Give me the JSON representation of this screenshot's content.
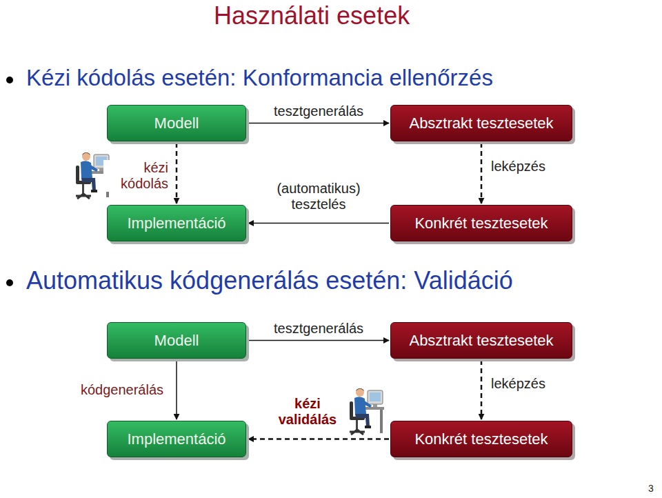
{
  "diagram": {
    "title": "Használati esetek",
    "nodes": [
      {
        "text": [
          "Modell"
        ]
      },
      {
        "text": [
          "Absztrakt tesztesetek"
        ]
      },
      {
        "text": [
          "Implementáció"
        ]
      },
      {
        "text": [
          "Konkrét tesztesetek"
        ]
      },
      {
        "text": [
          "Modell"
        ]
      },
      {
        "text": [
          "Absztrakt tesztesetek"
        ]
      },
      {
        "text": [
          "Implementáció"
        ]
      },
      {
        "text": [
          "Konkrét tesztesetek"
        ]
      }
    ],
    "edges": [
      {
        "from": 0,
        "to": 1,
        "label": "tesztgenerálás",
        "arrow": "to"
      },
      {
        "from": 0,
        "to": 2,
        "label": "kézi kódolás",
        "arrow": "to"
      },
      {
        "from": 1,
        "to": 3,
        "label": "leképzés",
        "arrow": "to"
      },
      {
        "from": 3,
        "to": 2,
        "label": "(automatikus) tesztelés",
        "arrow": "to"
      },
      {
        "from": 4,
        "to": 5,
        "label": "tesztgenerálás",
        "arrow": "to"
      },
      {
        "from": 4,
        "to": 6,
        "label": "kódgenerálás",
        "arrow": "to"
      },
      {
        "from": 5,
        "to": 7,
        "label": "leképzés",
        "arrow": "to"
      },
      {
        "from": 7,
        "to": 6,
        "label": "kézi validálás",
        "arrow": "to"
      }
    ],
    "labels": [
      "Kézi kódolás esetén: Konformancia ellenőrzés",
      "Automatikus kódgenerálás esetén: Validáció",
      "3"
    ]
  }
}
